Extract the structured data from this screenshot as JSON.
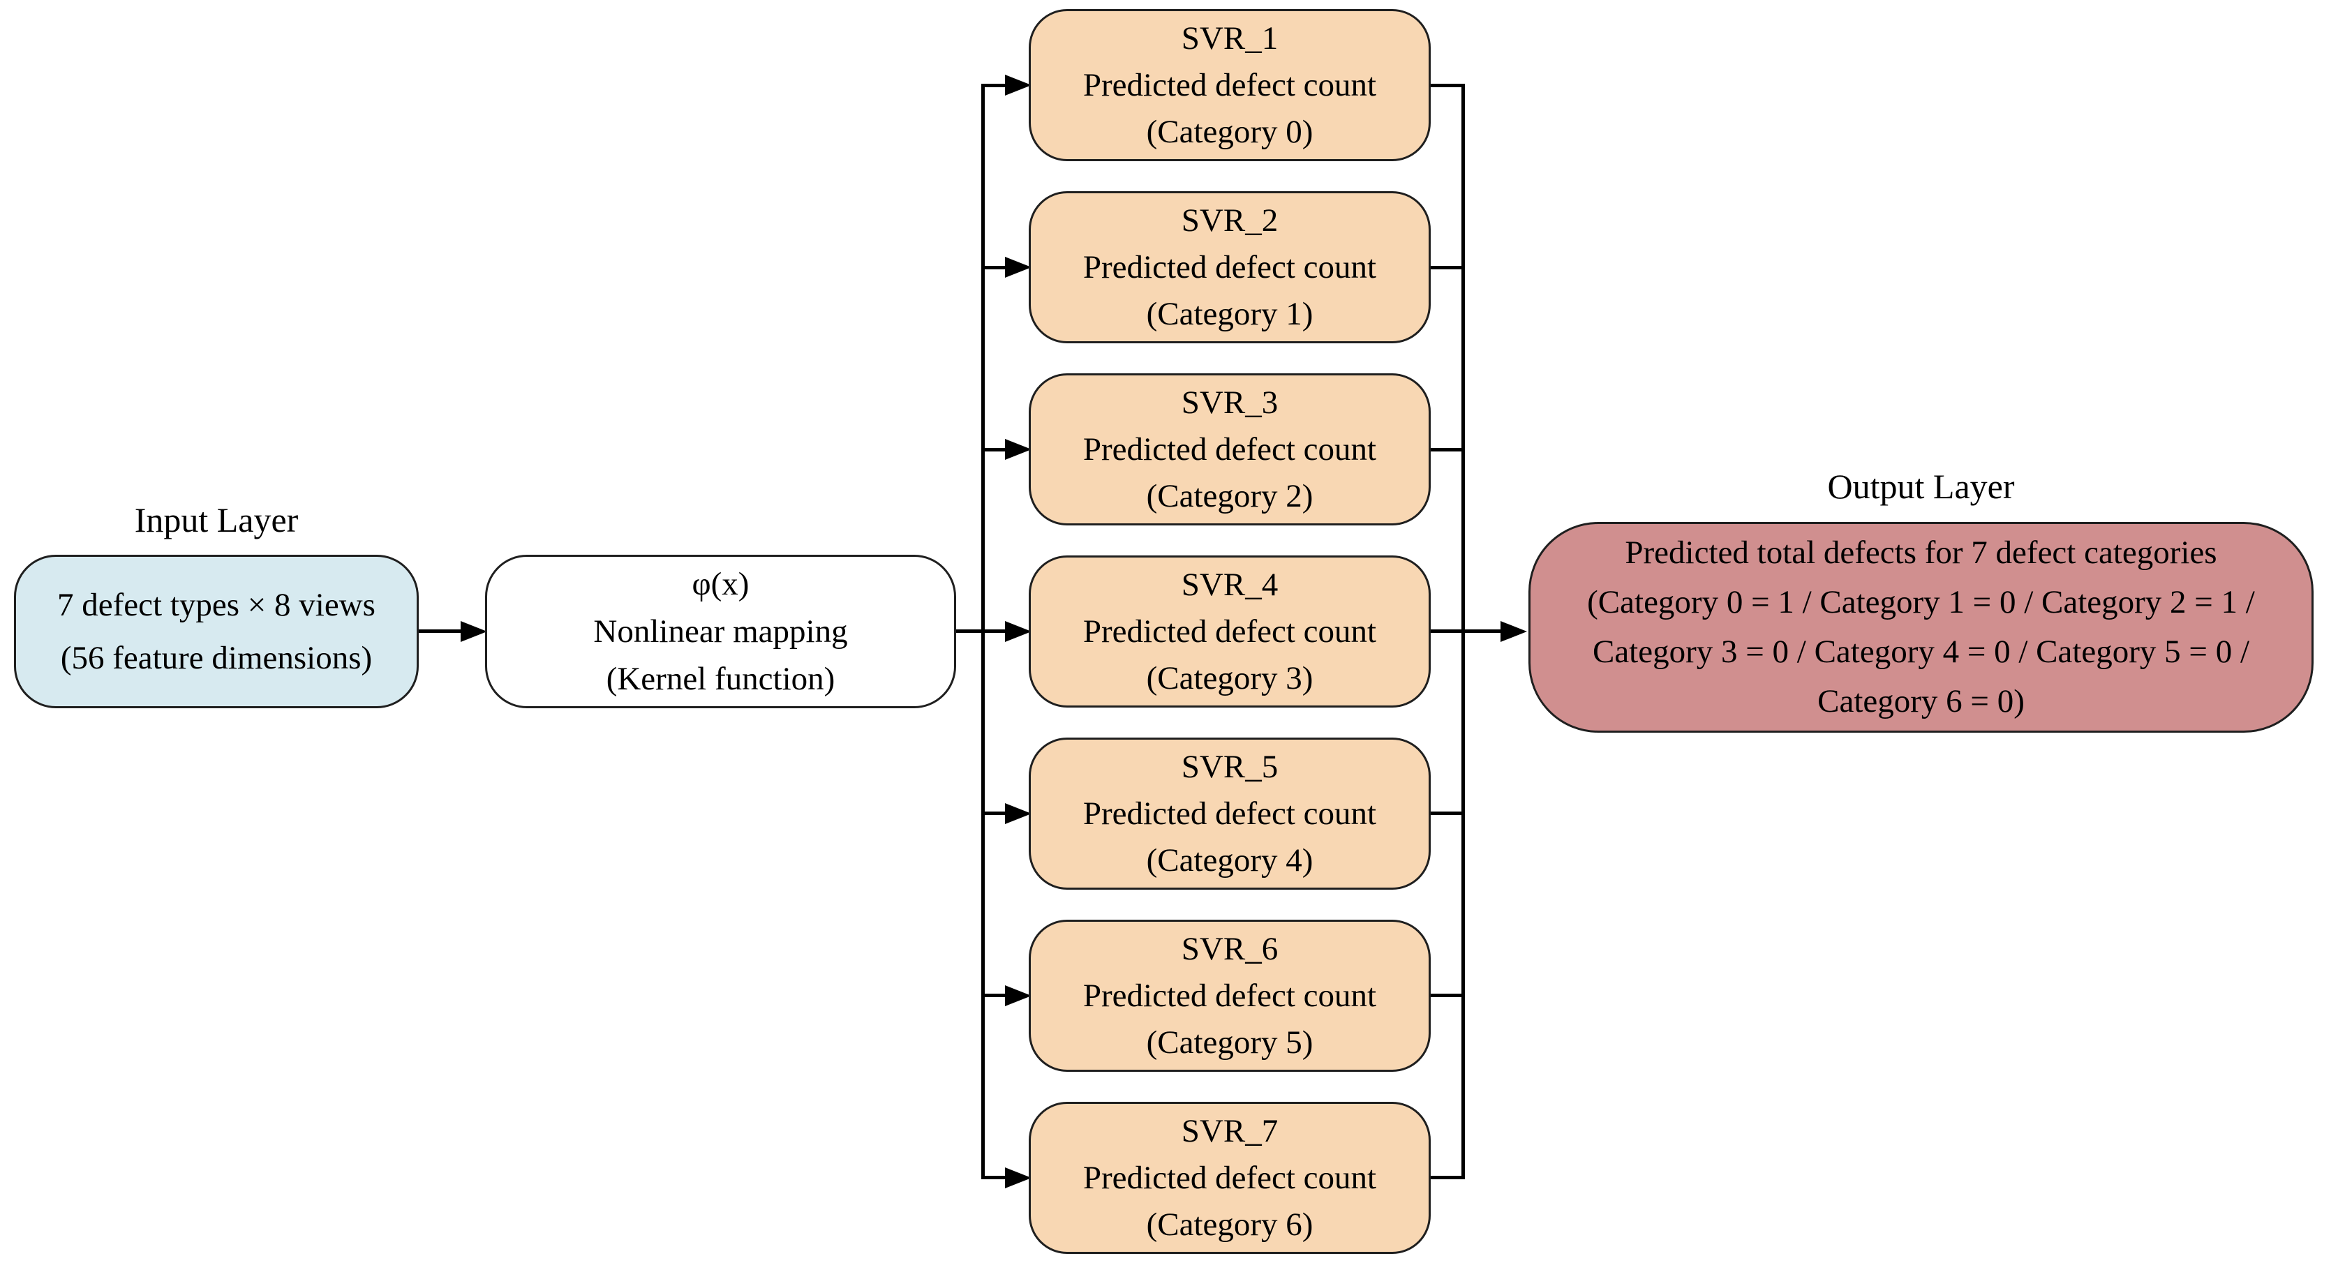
{
  "diagram": {
    "input": {
      "title": "Input Layer",
      "line1": "7 defect types × 8 views",
      "line2": "(56 feature dimensions)"
    },
    "mapping": {
      "line1": "φ(x)",
      "line2": "Nonlinear mapping",
      "line3": "(Kernel function)"
    },
    "svr_nodes": [
      {
        "name": "SVR_1",
        "desc": "Predicted defect count",
        "category": "(Category 0)"
      },
      {
        "name": "SVR_2",
        "desc": "Predicted defect count",
        "category": "(Category 1)"
      },
      {
        "name": "SVR_3",
        "desc": "Predicted defect count",
        "category": "(Category 2)"
      },
      {
        "name": "SVR_4",
        "desc": "Predicted defect count",
        "category": "(Category 3)"
      },
      {
        "name": "SVR_5",
        "desc": "Predicted defect count",
        "category": "(Category 4)"
      },
      {
        "name": "SVR_6",
        "desc": "Predicted defect count",
        "category": "(Category 5)"
      },
      {
        "name": "SVR_7",
        "desc": "Predicted defect count",
        "category": "(Category 6)"
      }
    ],
    "output": {
      "title": "Output Layer",
      "line1": "Predicted total defects for 7 defect categories",
      "line2": "(Category 0 = 1 / Category 1 = 0 / Category 2 = 1 /",
      "line3": "Category 3 = 0 / Category 4 = 0 / Category 5 = 0 /",
      "line4": "Category 6 = 0)"
    },
    "colors": {
      "input_fill": "#d7eaf0",
      "svr_fill": "#f8d7b3",
      "output_fill": "#d08f8f",
      "line": "#000000",
      "border": "#1f1f1f"
    }
  }
}
